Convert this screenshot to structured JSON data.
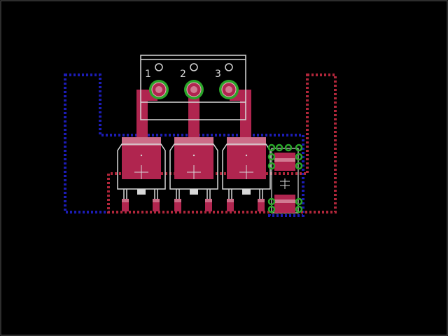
{
  "connector": {
    "pins": [
      {
        "label": "1"
      },
      {
        "label": "2"
      },
      {
        "label": "3"
      }
    ]
  },
  "colors": {
    "background": "#000000",
    "frame": "#5a5a5a",
    "top_copper": "#b0254f",
    "bottom_polygon": "#1c1cb4",
    "top_polygon": "#b0263a",
    "silkscreen": "#d8d8d8",
    "via": "#2aa52a",
    "pad_highlight": "#e8b4c0"
  },
  "icons": {
    "crosshair": "crosshair-icon",
    "via": "via-ring-icon"
  }
}
